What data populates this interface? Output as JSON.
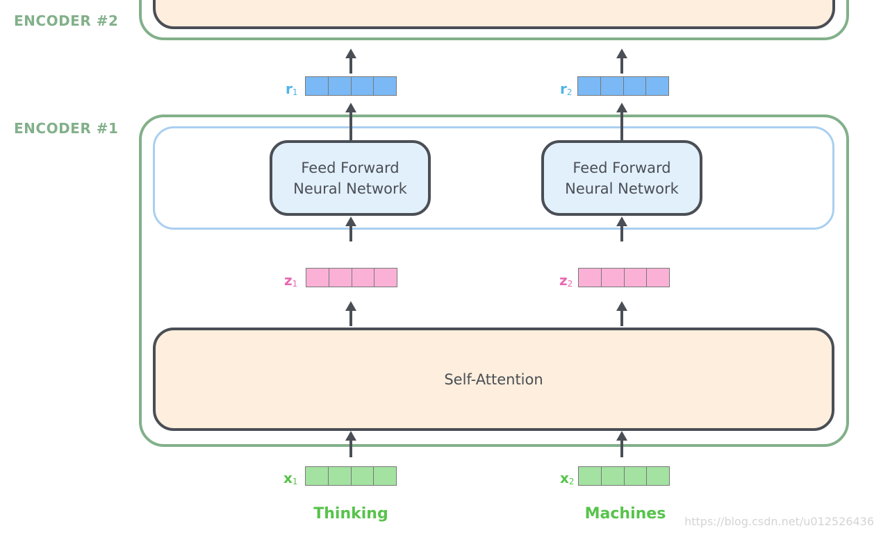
{
  "encoders": {
    "encoder2_label": "ENCODER #2",
    "encoder1_label": "ENCODER #1"
  },
  "layers": {
    "self_attention": "Self-Attention",
    "ffn_line1": "Feed Forward",
    "ffn_line2": "Neural Network"
  },
  "vectors": {
    "r": {
      "letter": "r",
      "color": "#4fb3e8",
      "fill": "#7ab9f5",
      "sub1": "1",
      "sub2": "2"
    },
    "z": {
      "letter": "z",
      "color": "#e868b0",
      "fill": "#fbb1d6",
      "sub1": "1",
      "sub2": "2"
    },
    "x": {
      "letter": "x",
      "color": "#57c34b",
      "fill": "#a3e2a1",
      "sub1": "1",
      "sub2": "2"
    }
  },
  "words": {
    "word1": "Thinking",
    "word2": "Machines"
  },
  "watermark": "https://blog.csdn.net/u012526436"
}
